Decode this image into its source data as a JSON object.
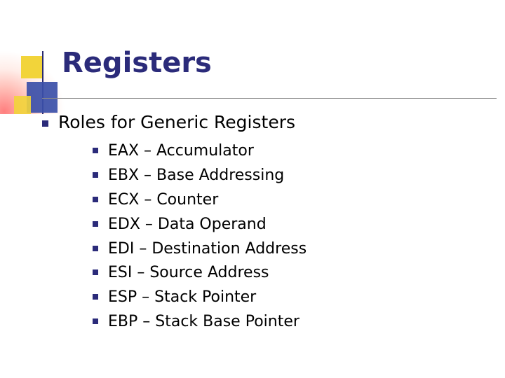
{
  "slide": {
    "title": "Registers",
    "colors": {
      "title": "#2b2b7a",
      "bullet": "#2b2b7a",
      "accent_yellow": "#f2d43a",
      "accent_blue": "#3b4fa8",
      "accent_red": "#ff7878",
      "rule": "#8a8a8a",
      "body_text": "#000000",
      "background": "#ffffff"
    },
    "heading": "Roles for Generic Registers",
    "items": [
      "EAX – Accumulator",
      "EBX – Base Addressing",
      "ECX – Counter",
      "EDX – Data Operand",
      "EDI – Destination Address",
      "ESI – Source Address",
      "ESP – Stack Pointer",
      "EBP – Stack Base Pointer"
    ]
  }
}
